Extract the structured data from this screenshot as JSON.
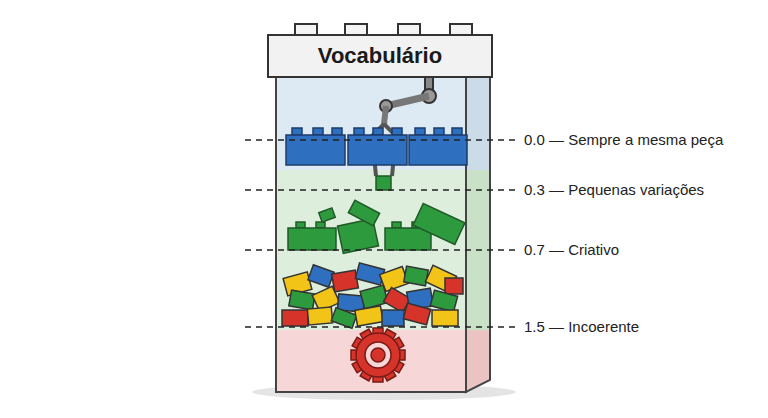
{
  "diagram": {
    "nodes": [
      {
        "text": [
          "Vocabulário"
        ]
      }
    ],
    "labels": [
      "0.0 — Sempre a mesma peça",
      "0.3 — Pequenas variações",
      "0.7 — Criativo",
      "1.5 — Incoerente"
    ]
  }
}
